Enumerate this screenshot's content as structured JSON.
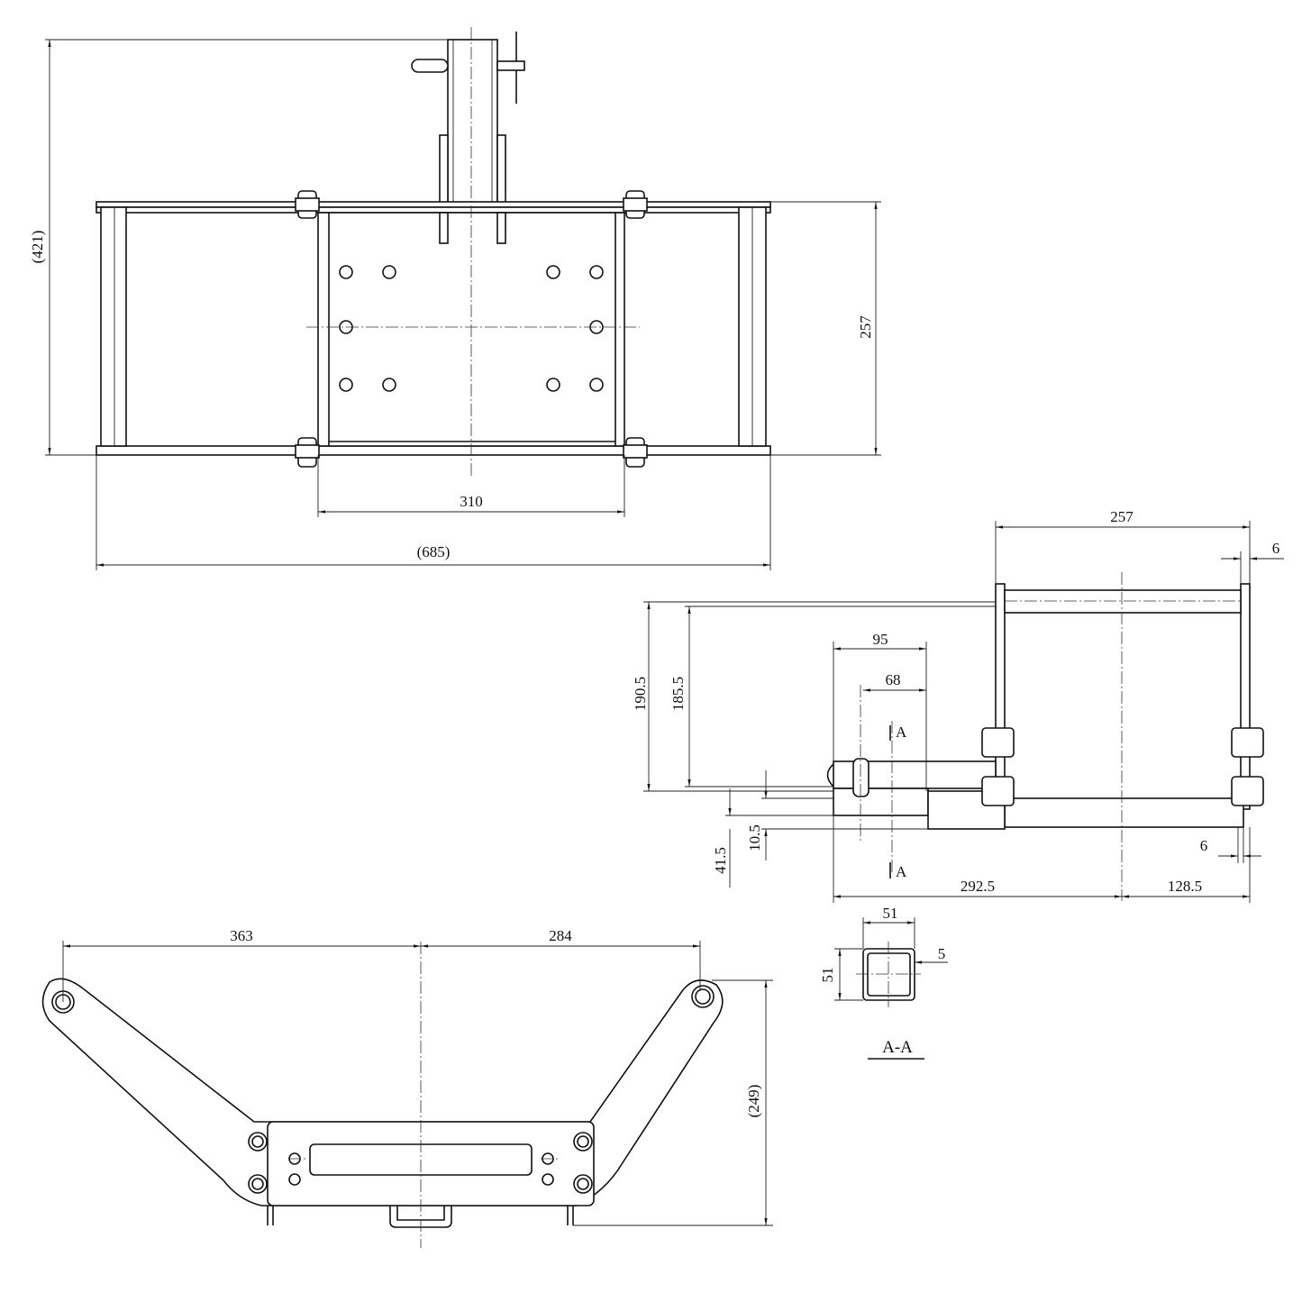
{
  "top_view": {
    "overall_height": "(421)",
    "frame_height": "257",
    "plate_width": "310",
    "overall_width": "(685)"
  },
  "side_view": {
    "frame_depth": "257",
    "plate_thickness_top": "6",
    "receiver_length": "95",
    "pin_offset": "68",
    "height_a": "190.5",
    "height_b": "185.5",
    "section_mark_top": "A",
    "section_mark_bottom": "A",
    "offset_small": "10.5",
    "offset_large": "41.5",
    "reach": "292.5",
    "rear_offset": "128.5",
    "plate_thickness_bottom": "6"
  },
  "section_view": {
    "width": "51",
    "wall": "5",
    "height": "51",
    "title": "A-A"
  },
  "bottom_view": {
    "left_span": "363",
    "right_span": "284",
    "overall_height": "(249)"
  }
}
